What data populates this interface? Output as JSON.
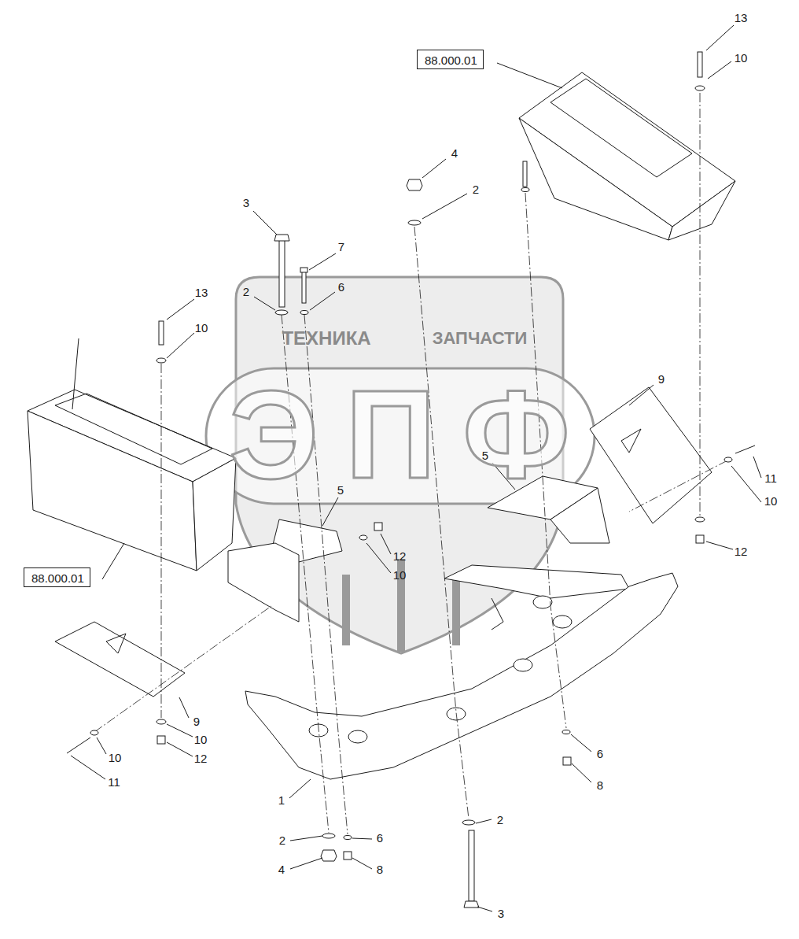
{
  "diagram": {
    "nodes": [
      {
        "text": [
          "88.000.01"
        ]
      },
      {
        "text": [
          "88.000.01"
        ]
      }
    ],
    "labels": [
      "13",
      "10",
      "4",
      "2",
      "3",
      "7",
      "13",
      "2",
      "6",
      "10",
      "ТЕХНИКА",
      "ЗАПЧАСТИ",
      "ЭПФ",
      "9",
      "5",
      "11",
      "10",
      "5",
      "12",
      "12",
      "10",
      "9",
      "10",
      "10",
      "12",
      "11",
      "6",
      "8",
      "1",
      "2",
      "2",
      "6",
      "4",
      "8",
      "3"
    ]
  }
}
